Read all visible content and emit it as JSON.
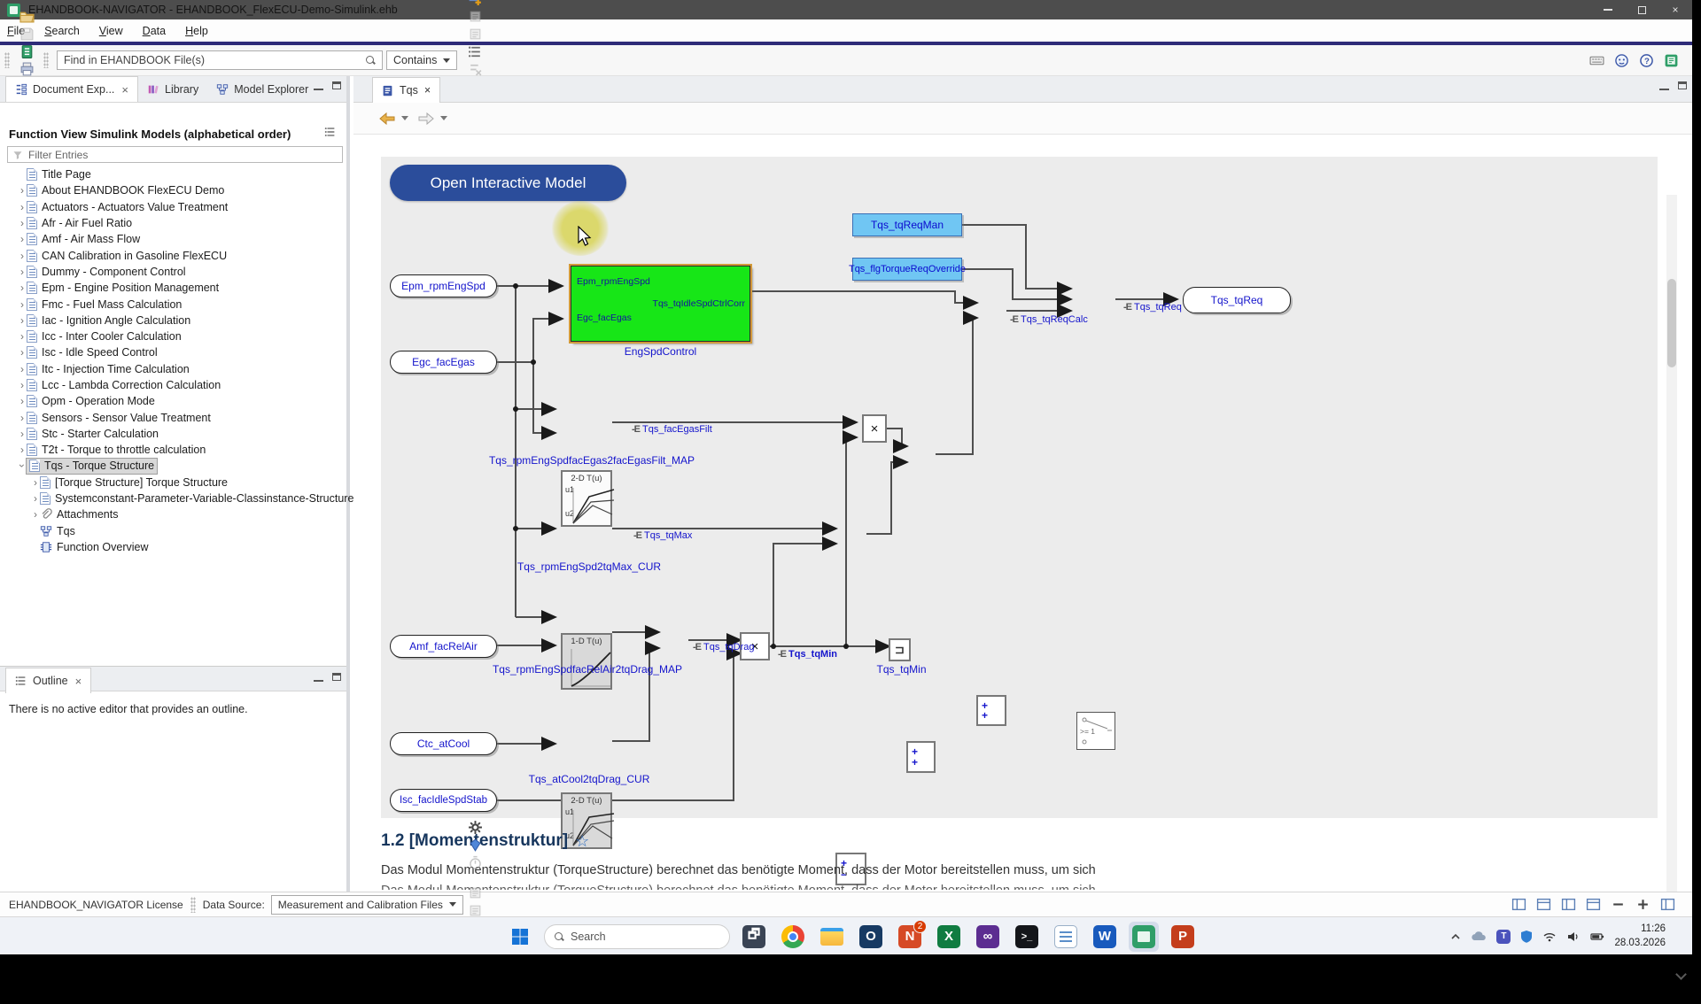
{
  "window": {
    "title": "EHANDBOOK-NAVIGATOR - EHANDBOOK_FlexECU-Demo-Simulink.ehb"
  },
  "menu": {
    "items": [
      "File",
      "Search",
      "View",
      "Data",
      "Help"
    ]
  },
  "toolbar": {
    "find_placeholder": "Find in EHANDBOOK File(s)",
    "contains_label": "Contains"
  },
  "left_panel": {
    "tabs": [
      {
        "label": "Document Exp..."
      },
      {
        "label": "Library"
      },
      {
        "label": "Model Explorer"
      }
    ],
    "header": "Function View Simulink Models (alphabetical order)",
    "filter_placeholder": "Filter Entries",
    "tree": [
      {
        "label": "Title Page",
        "depth": 0,
        "exp": "none",
        "icon": "doc"
      },
      {
        "label": "About EHANDBOOK FlexECU Demo",
        "depth": 0,
        "exp": "c",
        "icon": "doc"
      },
      {
        "label": "Actuators - Actuators Value Treatment",
        "depth": 0,
        "exp": "c",
        "icon": "doc"
      },
      {
        "label": "Afr - Air Fuel Ratio",
        "depth": 0,
        "exp": "c",
        "icon": "doc"
      },
      {
        "label": "Amf - Air Mass Flow",
        "depth": 0,
        "exp": "c",
        "icon": "doc"
      },
      {
        "label": "CAN Calibration in Gasoline FlexECU",
        "depth": 0,
        "exp": "c",
        "icon": "doc"
      },
      {
        "label": "Dummy - Component Control",
        "depth": 0,
        "exp": "c",
        "icon": "doc"
      },
      {
        "label": "Epm - Engine Position Management",
        "depth": 0,
        "exp": "c",
        "icon": "doc"
      },
      {
        "label": "Fmc - Fuel Mass Calculation",
        "depth": 0,
        "exp": "c",
        "icon": "doc"
      },
      {
        "label": "Iac - Ignition Angle Calculation",
        "depth": 0,
        "exp": "c",
        "icon": "doc"
      },
      {
        "label": "Icc - Inter Cooler Calculation",
        "depth": 0,
        "exp": "c",
        "icon": "doc"
      },
      {
        "label": "Isc - Idle Speed Control",
        "depth": 0,
        "exp": "c",
        "icon": "doc"
      },
      {
        "label": "Itc - Injection Time Calculation",
        "depth": 0,
        "exp": "c",
        "icon": "doc"
      },
      {
        "label": "Lcc - Lambda Correction Calculation",
        "depth": 0,
        "exp": "c",
        "icon": "doc"
      },
      {
        "label": "Opm - Operation Mode",
        "depth": 0,
        "exp": "c",
        "icon": "doc"
      },
      {
        "label": "Sensors - Sensor Value Treatment",
        "depth": 0,
        "exp": "c",
        "icon": "doc"
      },
      {
        "label": "Stc - Starter Calculation",
        "depth": 0,
        "exp": "c",
        "icon": "doc"
      },
      {
        "label": "T2t - Torque to throttle calculation",
        "depth": 0,
        "exp": "c",
        "icon": "doc"
      },
      {
        "label": "Tqs - Torque Structure",
        "depth": 0,
        "exp": "e",
        "icon": "doc",
        "selected": true
      },
      {
        "label": "[Torque Structure] Torque Structure",
        "depth": 1,
        "exp": "c",
        "icon": "doc"
      },
      {
        "label": "Systemconstant-Parameter-Variable-Classinstance-Structure",
        "depth": 1,
        "exp": "c",
        "icon": "doc"
      },
      {
        "label": "Attachments",
        "depth": 1,
        "exp": "c",
        "icon": "clip"
      },
      {
        "label": "Tqs",
        "depth": 1,
        "exp": "none",
        "icon": "model"
      },
      {
        "label": "Function Overview",
        "depth": 1,
        "exp": "none",
        "icon": "fn"
      }
    ],
    "outline": {
      "tab": "Outline",
      "message": "There is no active editor that provides an outline."
    }
  },
  "main": {
    "tab": "Tqs",
    "open_model_button": "Open Interactive Model",
    "diagram": {
      "inports": [
        "Epm_rpmEngSpd",
        "Egc_facEgas",
        "Amf_facRelAir",
        "Ctc_atCool",
        "Isc_facIdleSpdStab"
      ],
      "outport": "Tqs_tqReq",
      "manual_boxes": [
        "Tqs_tqReqMan",
        "Tqs_flgTorqueReqOverride"
      ],
      "green_block": {
        "in1": "Epm_rpmEngSpd",
        "in2": "Egc_facEgas",
        "out": "Tqs_tqIdleSpdCtrlCorr",
        "name": "EngSpdControl"
      },
      "map_blocks": [
        {
          "type": "2-D T(u)",
          "u1": "u1",
          "u2": "u2",
          "name": "Tqs_rpmEngSpdfacEgas2facEgasFilt_MAP"
        },
        {
          "type": "1-D T(u)",
          "name": "Tqs_rpmEngSpd2tqMax_CUR"
        },
        {
          "type": "2-D T(u)",
          "u1": "u1",
          "u2": "u2",
          "name": "Tqs_rpmEngSpdfacRelAir2tqDrag_MAP"
        },
        {
          "type": "1-D T(u)",
          "name": "Tqs_atCool2tqDrag_CUR"
        }
      ],
      "signal_labels": [
        "Tqs_facEgasFilt",
        "Tqs_tqMax",
        "Tqs_tqDrag",
        "Tqs_tqMin",
        "Tqs_tqReqCalc",
        "Tqs_tqReq"
      ],
      "goto_label": "Tqs_tqMin",
      "switch_label": ">= 1",
      "ops": {
        "plus": "+",
        "minus": "-",
        "times": "×"
      }
    },
    "section": {
      "heading": "1.2 [Momentenstruktur]",
      "paragraph": "Das Modul Momentenstruktur (TorqueStructure) berechnet das benötigte Moment, dass der Motor bereitstellen muss, um sich"
    }
  },
  "status_bar": {
    "license": "EHANDBOOK_NAVIGATOR License",
    "data_source_label": "Data Source:",
    "data_source_value": "Measurement and Calibration Files"
  },
  "taskbar": {
    "search_placeholder": "Search",
    "badge": "2",
    "time": "11:26",
    "date": "28.03.2026"
  }
}
